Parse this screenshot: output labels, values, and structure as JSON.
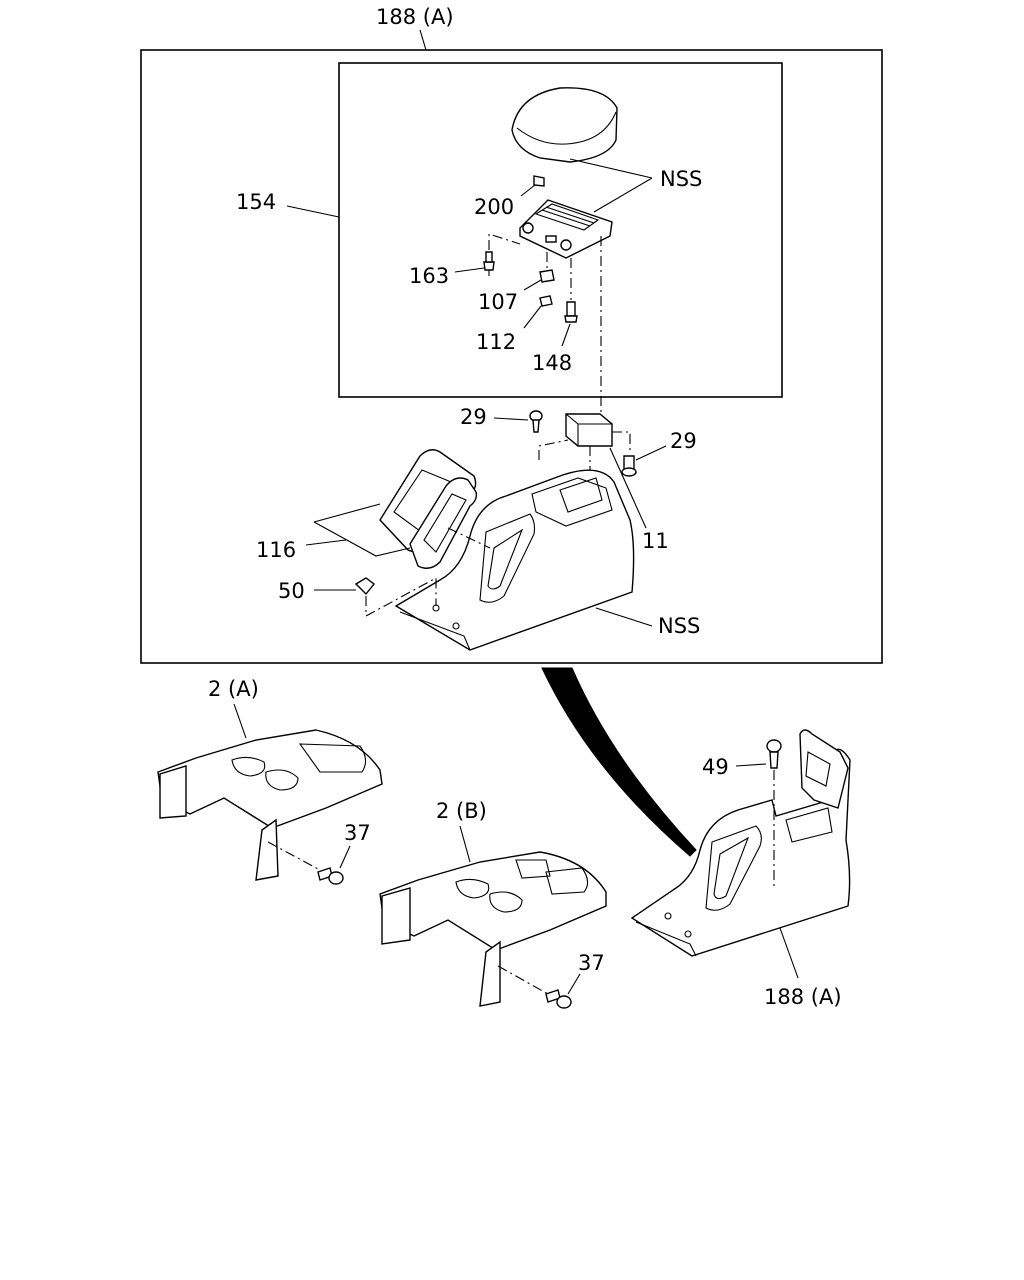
{
  "labels": {
    "top_assembly": "188 (A)",
    "sub_assembly": "154",
    "nss_top": "NSS",
    "p200": "200",
    "p163": "163",
    "p107": "107",
    "p112": "112",
    "p148": "148",
    "p29_left": "29",
    "p29_right": "29",
    "p11": "11",
    "p116": "116",
    "p50": "50",
    "nss_bottom": "NSS",
    "p2a": "2 (A)",
    "p37_left": "37",
    "p2b": "2 (B)",
    "p37_right": "37",
    "p49": "49",
    "p188_bottom": "188 (A)"
  }
}
